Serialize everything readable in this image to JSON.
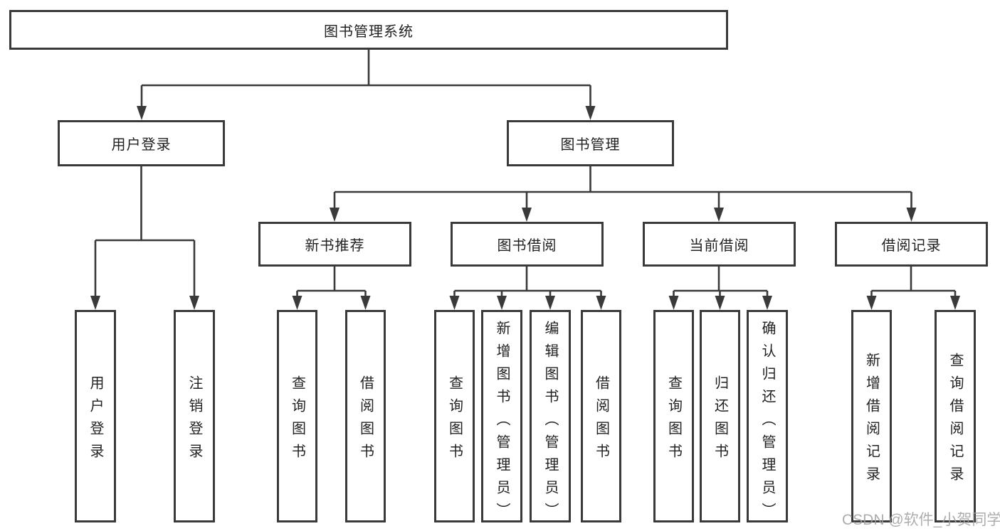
{
  "diagram": {
    "root": {
      "label": "图书管理系统"
    },
    "user_login": {
      "label": "用户登录",
      "children": [
        {
          "label": "用户登录"
        },
        {
          "label": "注销登录"
        }
      ]
    },
    "book_management": {
      "label": "图书管理"
    },
    "new_book": {
      "label": "新书推荐",
      "children": [
        {
          "label": "查询图书"
        },
        {
          "label": "借阅图书"
        }
      ]
    },
    "book_borrow": {
      "label": "图书借阅",
      "children": [
        {
          "label": "查询图书"
        },
        {
          "label": "新增图书（管理员）"
        },
        {
          "label": "编辑图书（管理员）"
        },
        {
          "label": "借阅图书"
        }
      ]
    },
    "current_borrow": {
      "label": "当前借阅",
      "children": [
        {
          "label": "查询图书"
        },
        {
          "label": "归还图书"
        },
        {
          "label": "确认归还（管理员）"
        }
      ]
    },
    "borrow_record": {
      "label": "借阅记录",
      "children": [
        {
          "label": "新增借阅记录"
        },
        {
          "label": "查询借阅记录"
        }
      ]
    }
  },
  "watermark": {
    "text": "CSDN @软件_小贺同学"
  },
  "colors": {
    "line": "#3a3a3a",
    "border": "#3a3a3a",
    "text": "#222222",
    "background": "#ffffff",
    "watermark": "#9f9f9f"
  }
}
